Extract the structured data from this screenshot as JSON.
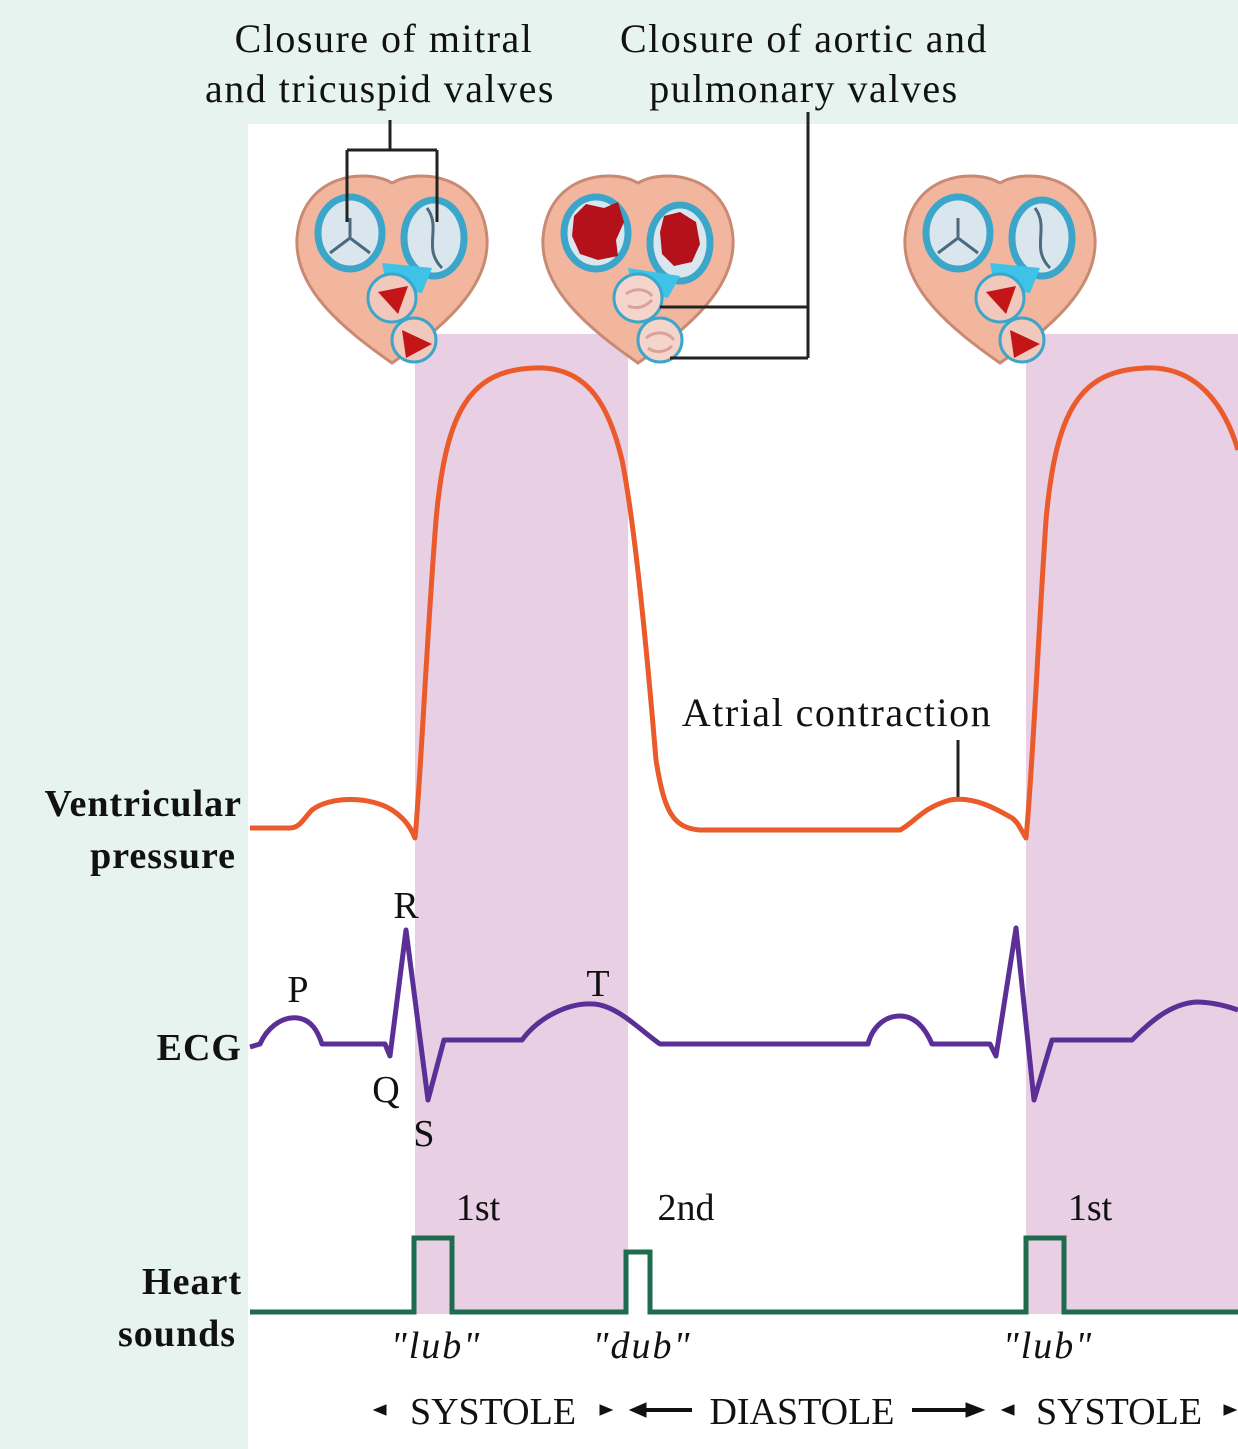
{
  "annotations": {
    "mitral_line1": "Closure of mitral",
    "mitral_line2": "and tricuspid valves",
    "aortic_line1": "Closure of aortic and",
    "aortic_line2": "pulmonary valves",
    "atrial": "Atrial contraction"
  },
  "rows": {
    "pressure_line1": "Ventricular",
    "pressure_line2": "pressure",
    "ecg": "ECG",
    "sounds_line1": "Heart",
    "sounds_line2": "sounds"
  },
  "ecg_waves": {
    "p": "P",
    "q": "Q",
    "r": "R",
    "s": "S",
    "t": "T"
  },
  "heart_sounds": {
    "first_a": "1st",
    "second": "2nd",
    "first_b": "1st",
    "lub_a": "\"lub\"",
    "dub": "\"dub\"",
    "lub_b": "\"lub\""
  },
  "phases": {
    "systole_a": "SYSTOLE",
    "diastole": "DIASTOLE",
    "systole_b": "SYSTOLE"
  },
  "colors": {
    "background": "#e6f3ef",
    "panel": "#ffffff",
    "systole_shade": "#e8cfe3",
    "pressure_curve": "#ea5a2a",
    "ecg_curve": "#5c2f97",
    "sound_curve": "#1f6b4e"
  }
}
